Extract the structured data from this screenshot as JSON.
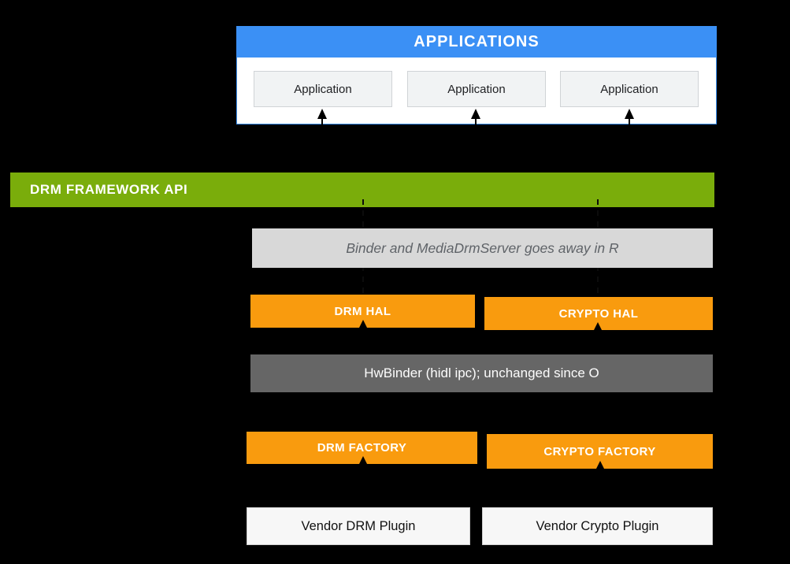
{
  "diagram": {
    "applications": {
      "header": "APPLICATIONS",
      "items": [
        "Application",
        "Application",
        "Application"
      ]
    },
    "framework_api": {
      "label": "DRM FRAMEWORK API"
    },
    "binder_note": {
      "label": "Binder and MediaDrmServer  goes away in R"
    },
    "hals": {
      "drm": "DRM HAL",
      "crypto": "CRYPTO HAL"
    },
    "hwbinder": {
      "label": "HwBinder (hidl ipc); unchanged since O"
    },
    "factories": {
      "drm": "DRM FACTORY",
      "crypto": "CRYPTO FACTORY"
    },
    "plugins": {
      "drm": "Vendor DRM Plugin",
      "crypto": "Vendor Crypto Plugin"
    },
    "colors": {
      "blue": "#3b90f5",
      "green": "#7aad0b",
      "orange": "#f99b0e",
      "hwbinder_gray": "#666666",
      "note_gray": "#d8d8d8",
      "background": "#000000"
    }
  }
}
